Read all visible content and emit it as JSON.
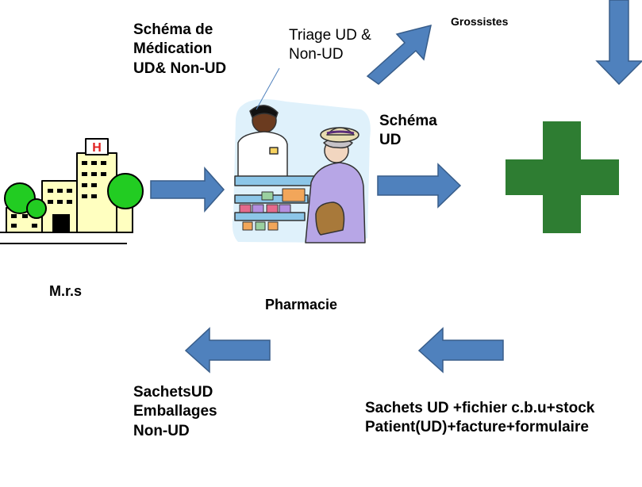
{
  "labels": {
    "schema_medication": [
      "Schéma de",
      "Médication",
      "UD& Non-UD"
    ],
    "triage": [
      "Triage UD &",
      "Non-UD"
    ],
    "grossistes": "Grossistes",
    "schema_ud": [
      "Schéma",
      "UD"
    ],
    "mrs": "M.r.s",
    "pharmacie": "Pharmacie",
    "sachets_left": [
      "SachetsUD",
      "Emballages",
      "Non-UD"
    ],
    "sachets_right": [
      "Sachets UD +fichier c.b.u+stock",
      "Patient(UD)+facture+formulaire"
    ]
  },
  "icons": {
    "hospital": "hospital-icon",
    "pharmacist_scene": "pharmacist-customer-icon",
    "cross": "green-cross-icon",
    "arrow": "block-arrow-icon"
  },
  "colors": {
    "arrow_fill": "#4f81bd",
    "arrow_stroke": "#385d8a",
    "cross": "#2e7d32",
    "hospital_body": "#ffffc0",
    "tree": "#22cc22",
    "hospital_sign": "#e02020"
  }
}
